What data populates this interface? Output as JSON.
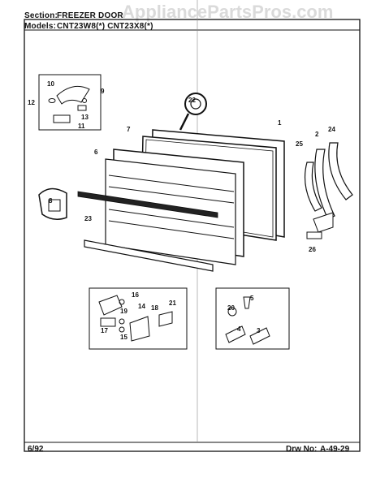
{
  "header": {
    "section_label": "Section:",
    "section_value": "FREEZER DOOR",
    "models_label": "Models:",
    "models_value": "CNT23W8(*)   CNT23X8(*)"
  },
  "watermark": "AppliancePartsPros.com",
  "footer": {
    "date": "6/92",
    "drawing_label": "Drw No:",
    "drawing_number": "A-49-29"
  },
  "callouts": [
    "10",
    "9",
    "12",
    "13",
    "11",
    "22",
    "7",
    "1",
    "2",
    "24",
    "6",
    "25",
    "8",
    "23",
    "26",
    "16",
    "14",
    "18",
    "21",
    "17",
    "19",
    "15",
    "20",
    "5",
    "4",
    "3"
  ]
}
